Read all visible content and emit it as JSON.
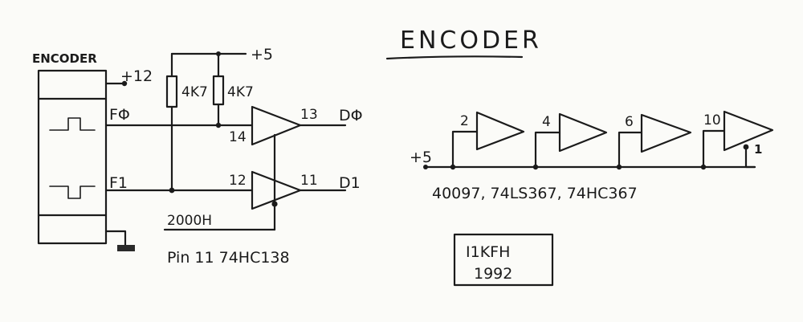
{
  "title": "ENCODER",
  "encoder_box_label": "ENCODER",
  "labels": {
    "plus12": "+12",
    "plus5_top": "+5",
    "r1": "4K7",
    "r2": "4K7",
    "f0": "FΦ",
    "f1": "F1",
    "pin13": "13",
    "pin14": "14",
    "pin12": "12",
    "pin11": "11",
    "d0": "DΦ",
    "d1": "D1",
    "addr": "2000H",
    "pin_note": "Pin 11 74HC138",
    "plus5_right": "+5",
    "g_pin2": "2",
    "g_pin4": "4",
    "g_pin6": "6",
    "g_pin10": "10",
    "g_pin1": "1",
    "chips": "40097, 74LS367, 74HC367",
    "sig_line1": "I1KFH",
    "sig_line2": "1992"
  }
}
